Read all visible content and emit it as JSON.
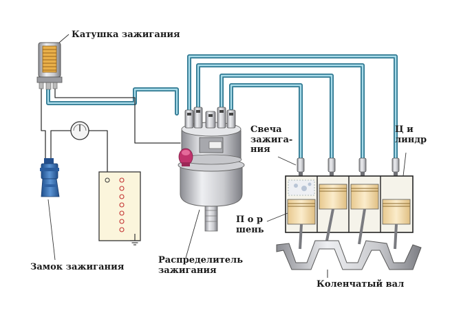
{
  "labels": {
    "coil": "Катушка зажигания",
    "spark_plug": "Свеча\nзажига-\nния",
    "cylinder": "Ц и\nлиндр",
    "piston": "П о р\nшень",
    "ignition_lock": "Замок зажигания",
    "distributor": "Распределитель\nзажигания",
    "crankshaft": "Коленчатый вал"
  },
  "colors": {
    "wire": "#3d8fa8",
    "wire_light": "#a9dcea",
    "cylinder_fill": "#f5f3ea",
    "piston_fill": "#f6dfb1",
    "metal_light": "#dfe0e4",
    "metal_dark": "#8c8d93",
    "lock_blue": "#3a73b8",
    "rotor_pink": "#c0336c",
    "battery_fill": "#fbf5dc",
    "line": "#333333"
  },
  "icons": [
    "ignition-coil-icon",
    "distributor-icon",
    "spark-plug-icon",
    "ignition-lock-icon",
    "ammeter-icon",
    "battery-icon",
    "ground-icon",
    "crankshaft-icon"
  ]
}
